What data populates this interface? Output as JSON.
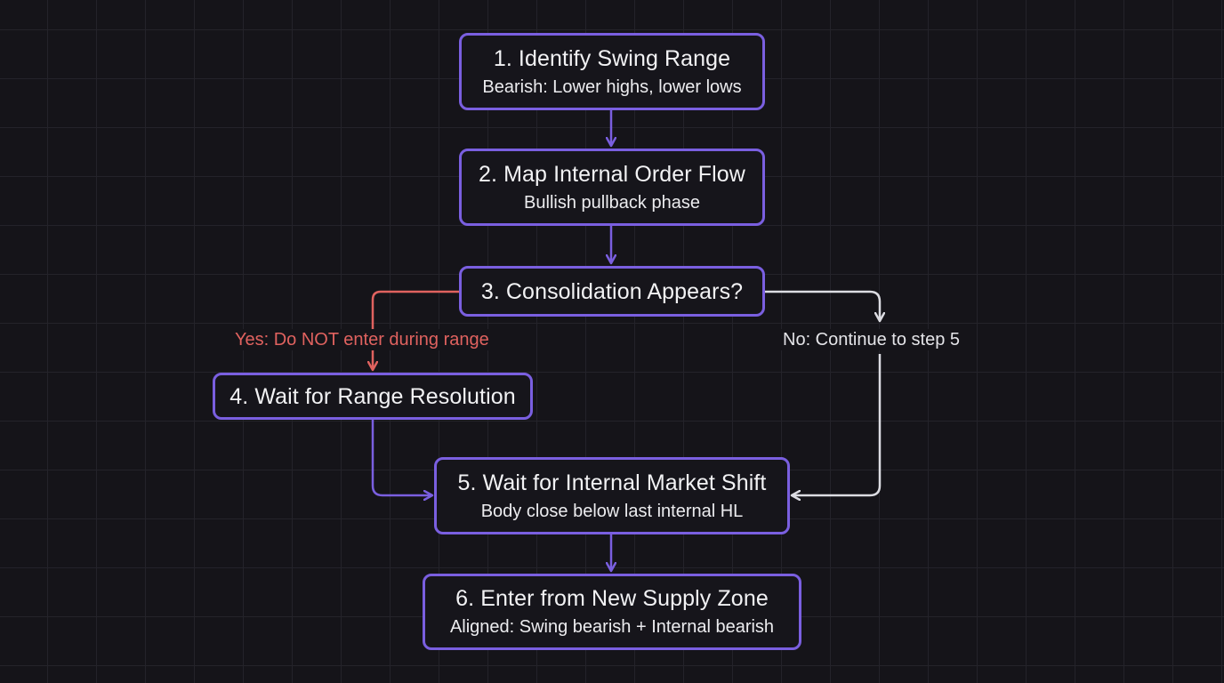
{
  "diagram": {
    "type": "flowchart",
    "colors": {
      "background": "#151419",
      "node_border": "#7a5fe0",
      "node_text": "#f2f2f4",
      "flow_arrow": "#7a5fe0",
      "yes_branch": "#e0625f",
      "no_branch": "#dcdce2"
    },
    "nodes": [
      {
        "id": "n1",
        "title": "1. Identify Swing Range",
        "subtitle": "Bearish: Lower highs, lower lows"
      },
      {
        "id": "n2",
        "title": "2. Map Internal Order Flow",
        "subtitle": "Bullish pullback phase"
      },
      {
        "id": "n3",
        "title": "3. Consolidation Appears?",
        "subtitle": ""
      },
      {
        "id": "n4",
        "title": "4. Wait for Range Resolution",
        "subtitle": ""
      },
      {
        "id": "n5",
        "title": "5. Wait for Internal Market Shift",
        "subtitle": "Body close below last internal HL"
      },
      {
        "id": "n6",
        "title": "6. Enter from New Supply Zone",
        "subtitle": "Aligned: Swing bearish + Internal bearish"
      }
    ],
    "edges": [
      {
        "from": "n1",
        "to": "n2",
        "label": ""
      },
      {
        "from": "n2",
        "to": "n3",
        "label": ""
      },
      {
        "from": "n3",
        "to": "n4",
        "label": "Yes: Do NOT enter during range"
      },
      {
        "from": "n3",
        "to": "n5",
        "label": "No: Continue to step 5"
      },
      {
        "from": "n4",
        "to": "n5",
        "label": ""
      },
      {
        "from": "n5",
        "to": "n6",
        "label": ""
      }
    ]
  }
}
